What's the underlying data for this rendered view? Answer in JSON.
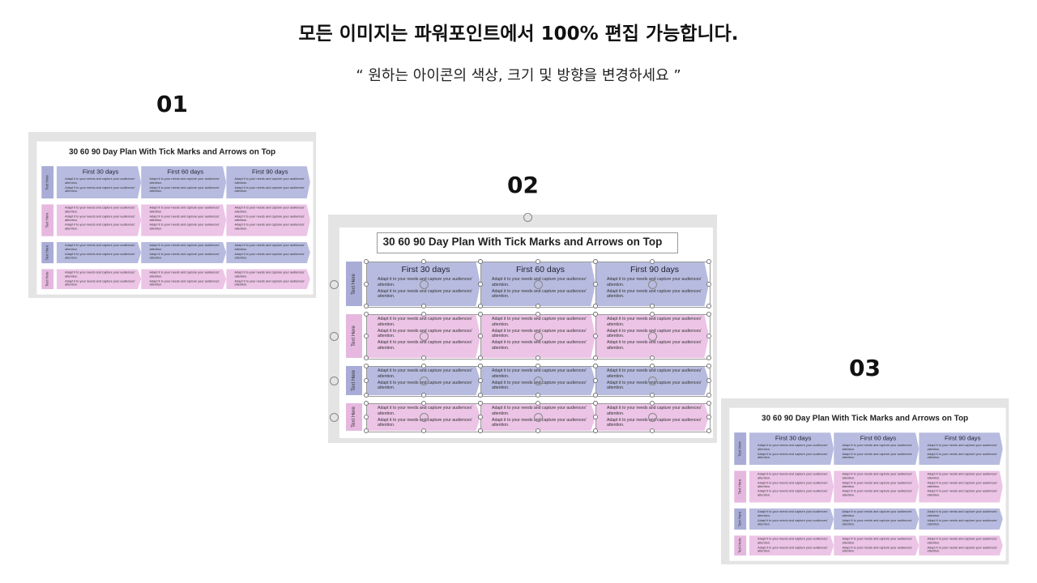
{
  "headline": "모든 이미지는 파워포인트에서 100% 편집 가능합니다.",
  "subline": "“ 원하는 아이콘의 색상, 크기 및 방향을 변경하세요 ”",
  "slides": [
    {
      "number": "01"
    },
    {
      "number": "02"
    },
    {
      "number": "03"
    }
  ],
  "slide": {
    "title": "30 60 90 Day Plan With Tick Marks and Arrows on Top",
    "columns": [
      "First 30 days",
      "First 60 days",
      "First 90 days"
    ],
    "row_label": "Text Here",
    "body_text": "Adapt it to your needs and capture your audiences' attention.",
    "rows": [
      {
        "color": "blue",
        "lines": 2
      },
      {
        "color": "pink",
        "lines": 3
      },
      {
        "color": "blue",
        "lines": 2
      },
      {
        "color": "pink",
        "lines": 2
      }
    ]
  },
  "colors": {
    "blue": "#b7bbdf",
    "pink": "#ecc4e6"
  }
}
